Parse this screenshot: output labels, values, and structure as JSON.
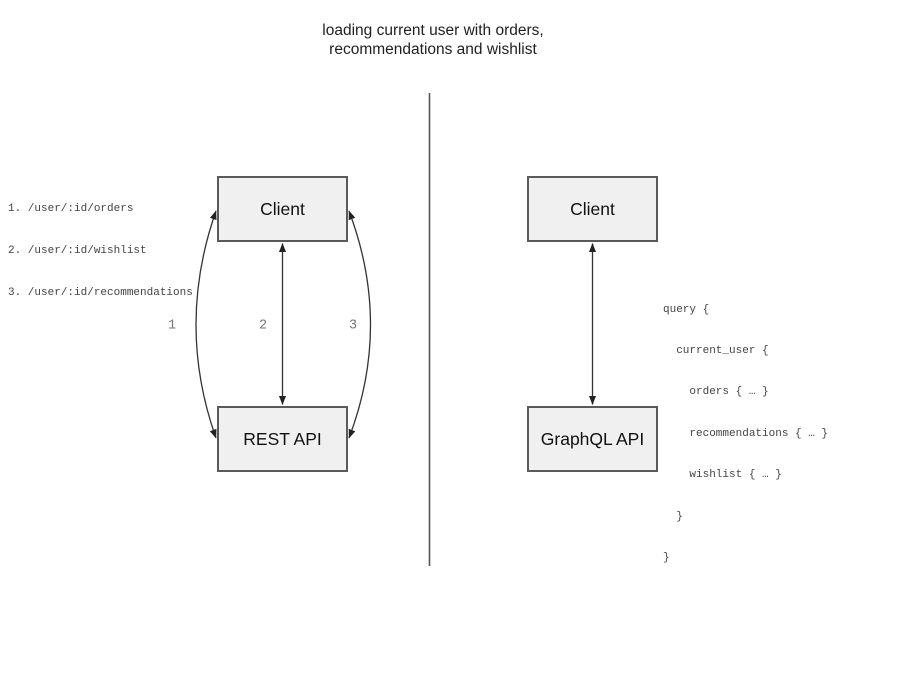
{
  "title": {
    "line1": "loading current user with orders,",
    "line2": "recommendations and wishlist"
  },
  "rest_panel": {
    "endpoints": [
      "1. /user/:id/orders",
      "2. /user/:id/wishlist",
      "3. /user/:id/recommendations"
    ],
    "client_box_label": "Client",
    "api_box_label": "REST API",
    "arrow_labels": [
      "1",
      "2",
      "3"
    ]
  },
  "graphql_panel": {
    "client_box_label": "Client",
    "api_box_label": "GraphQL API",
    "query_lines": [
      "query {",
      "  current_user {",
      "    orders { … }",
      "    recommendations { … }",
      "    wishlist { … }",
      "  }",
      "}"
    ]
  },
  "colors": {
    "box_fill": "#f0f0f0",
    "box_border": "#5a5a5a",
    "arrow": "#333333",
    "divider": "#555555",
    "arrow_label_gray": "#757575",
    "mono_text": "#444444",
    "title_text": "#1f1f1f"
  }
}
